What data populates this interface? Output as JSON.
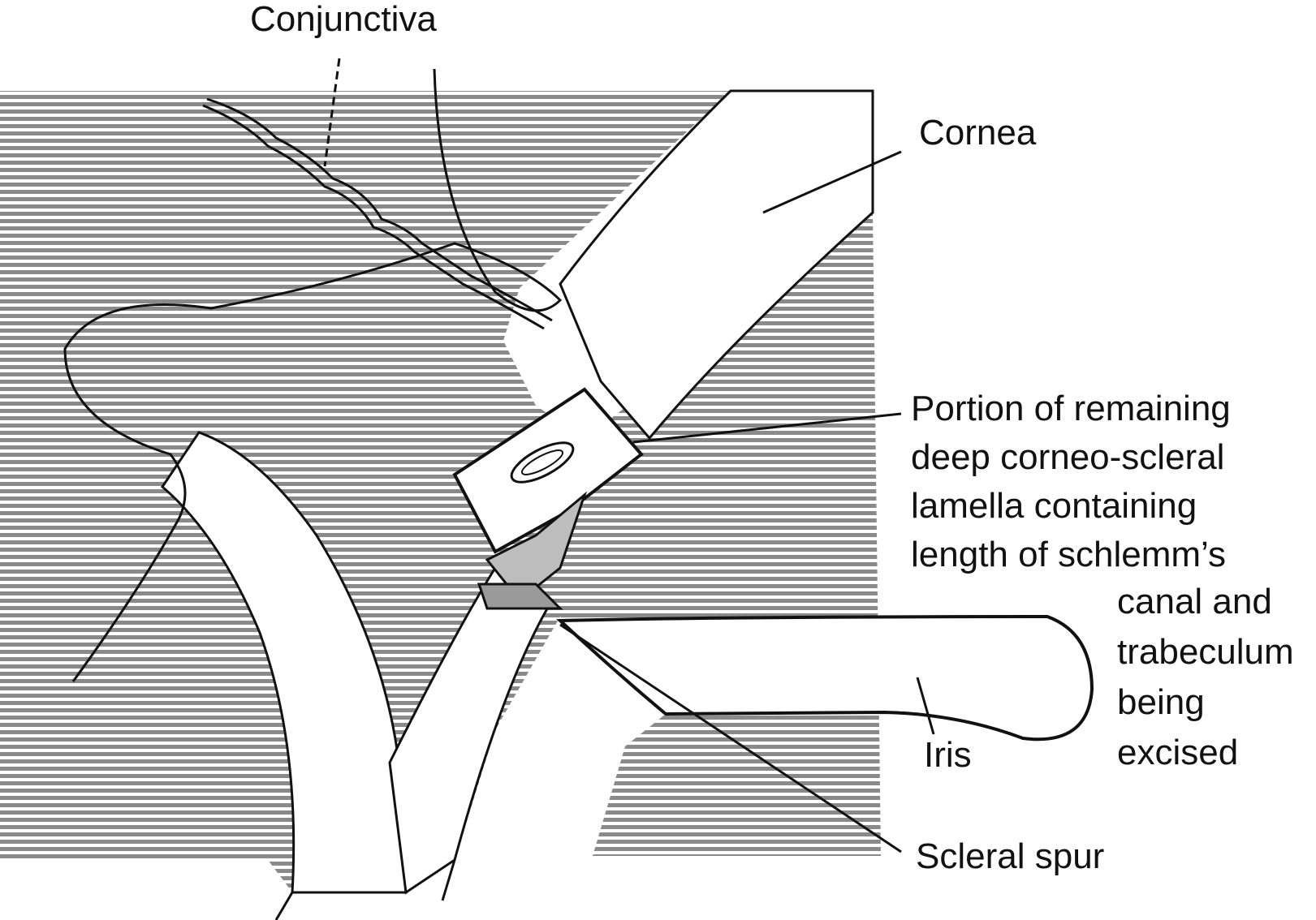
{
  "labels": {
    "conjunctiva": "Conjunctiva",
    "cornea": "Cornea",
    "portion": [
      "Portion of remaining",
      "deep corneo-scleral",
      "lamella containing",
      "length of schlemm’s"
    ],
    "portion_cont": [
      "canal and",
      "trabeculum",
      "being",
      "excised"
    ],
    "iris": "Iris",
    "scleral_spur": "Scleral spur"
  },
  "colors": {
    "ink": "#111111",
    "hatch": "#8a8a8a",
    "paper": "#ffffff"
  }
}
